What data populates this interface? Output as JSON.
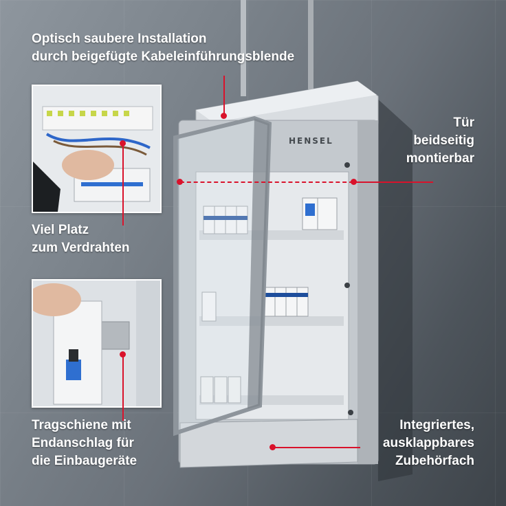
{
  "callouts": {
    "cable_cover": {
      "line1": "Optisch saubere Installation",
      "line2": "durch beigefügte Kabeleinführungsblende"
    },
    "door": {
      "line1": "Tür",
      "line2": "beidseitig",
      "line3": "montierbar"
    },
    "wiring_space": {
      "line1": "Viel Platz",
      "line2": "zum Verdrahten"
    },
    "din_rail": {
      "line1": "Tragschiene mit",
      "line2": "Endanschlag für",
      "line3": "die Einbaugeräte"
    },
    "accessory_tray": {
      "line1": "Integriertes,",
      "line2": "ausklappbares",
      "line3": "Zubehörfach"
    }
  },
  "product": {
    "brand": "HENSEL"
  },
  "colors": {
    "accent": "#d9122b",
    "text": "#ffffff",
    "enclosure": "#c9ced3"
  }
}
